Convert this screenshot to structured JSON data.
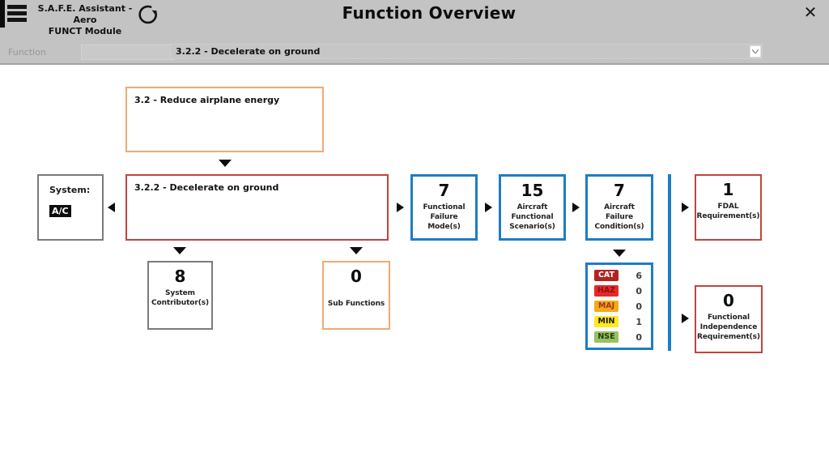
{
  "colors": {
    "header-bg": "#c3c3c3",
    "accent-blue": "#1d7dc4",
    "accent-red": "#c0453e",
    "accent-orange": "#f2a972",
    "accent-gray": "#7b7b7b"
  },
  "header": {
    "app_title_line1": "S.A.F.E. Assistant - Aero",
    "app_title_line2": "FUNCT Module",
    "page_title": "Function Overview",
    "close_glyph": "✕"
  },
  "function_bar": {
    "label": "Function",
    "filter_value": "",
    "selected_function": "3.2.2 - Decelerate on ground"
  },
  "diagram": {
    "parent_function": "3.2 - Reduce airplane energy",
    "system_label": "System:",
    "system_value": "A/C",
    "current_function": "3.2.2 - Decelerate on ground",
    "functional_failure_modes": {
      "count": "7",
      "line1": "Functional",
      "line2": "Failure",
      "line3": "Mode(s)"
    },
    "aircraft_functional_scenarios": {
      "count": "15",
      "line1": "Aircraft",
      "line2": "Functional",
      "line3": "Scenario(s)"
    },
    "aircraft_failure_conditions": {
      "count": "7",
      "line1": "Aircraft",
      "line2": "Failure",
      "line3": "Condition(s)"
    },
    "fdal_requirements": {
      "count": "1",
      "line1": "FDAL",
      "line2": "Requirement(s)"
    },
    "system_contributors": {
      "count": "8",
      "line1": "System",
      "line2": "Contributor(s)"
    },
    "sub_functions": {
      "count": "0",
      "line1": "Sub Functions"
    },
    "functional_independence_requirements": {
      "count": "0",
      "line1": "Functional",
      "line2": "Independence",
      "line3": "Requirement(s)"
    },
    "severity_table": {
      "rows": [
        {
          "label": "CAT",
          "value": "6",
          "bg": "#b4221f",
          "fg": "#ffffff"
        },
        {
          "label": "HAZ",
          "value": "0",
          "bg": "#e52a28",
          "fg": "#8c1111"
        },
        {
          "label": "MAJ",
          "value": "0",
          "bg": "#f3ac15",
          "fg": "#a8321c"
        },
        {
          "label": "MIN",
          "value": "1",
          "bg": "#ffe920",
          "fg": "#1a1a1a"
        },
        {
          "label": "NSE",
          "value": "0",
          "bg": "#95c35f",
          "fg": "#2e3b12"
        }
      ]
    }
  }
}
